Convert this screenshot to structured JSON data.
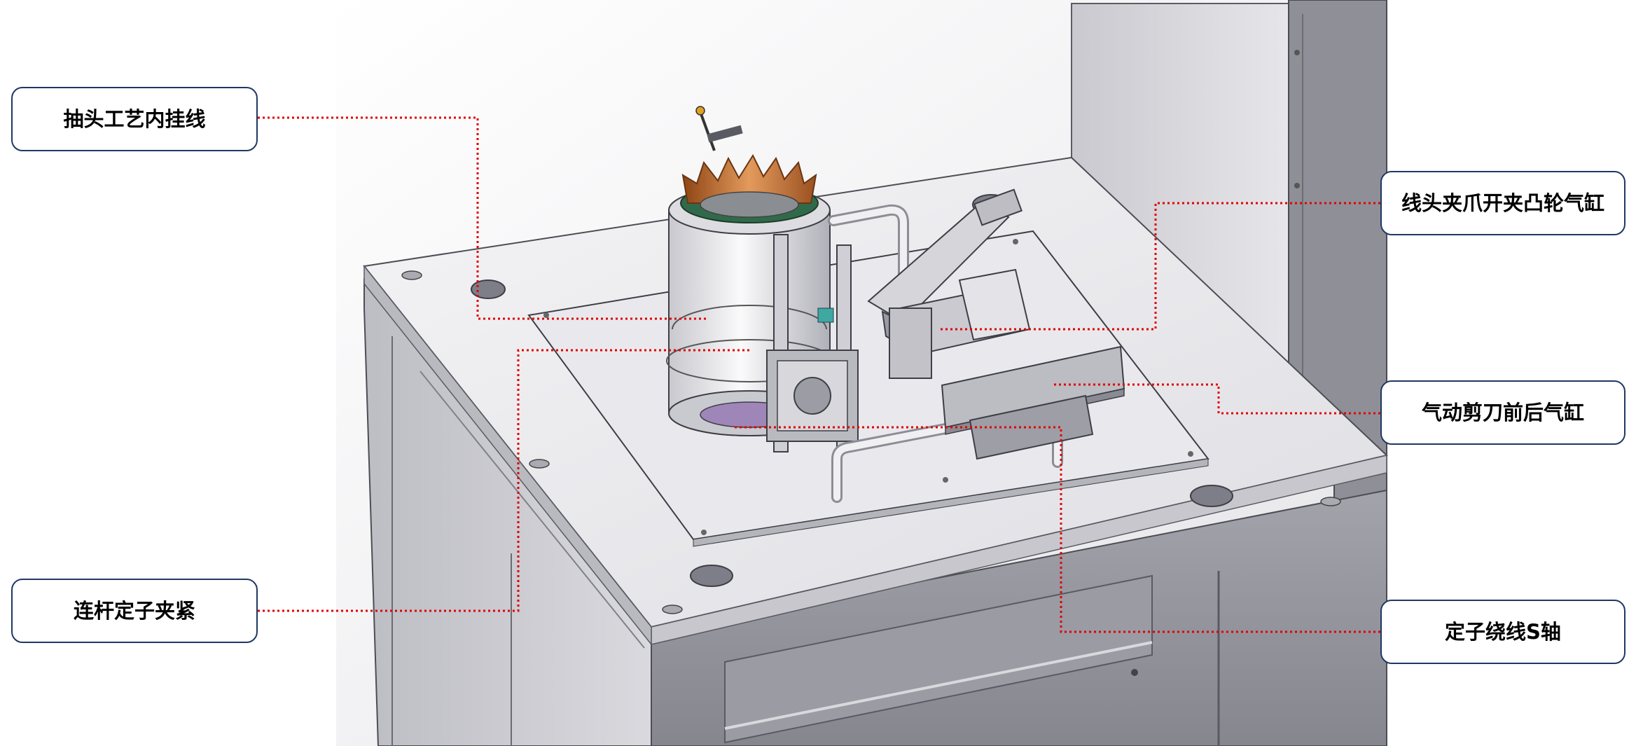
{
  "diagram": {
    "callouts": [
      {
        "id": "label-1",
        "text": "抽头工艺内挂线"
      },
      {
        "id": "label-2",
        "text": "线头夹爪开夹凸轮气缸"
      },
      {
        "id": "label-3",
        "text": "气动剪刀前后气缸"
      },
      {
        "id": "label-4",
        "text": "连杆定子夹紧"
      },
      {
        "id": "label-5",
        "text": "定子绕线S轴"
      }
    ]
  },
  "colors": {
    "leader": "#e00000",
    "callout_border": "#1f3864",
    "metal_light": "#ececef",
    "metal_mid": "#c4c4ca",
    "metal_dark": "#75757d",
    "copper": "#c06a2c"
  },
  "icons": {
    "illustration": "machine-render-illustration"
  }
}
